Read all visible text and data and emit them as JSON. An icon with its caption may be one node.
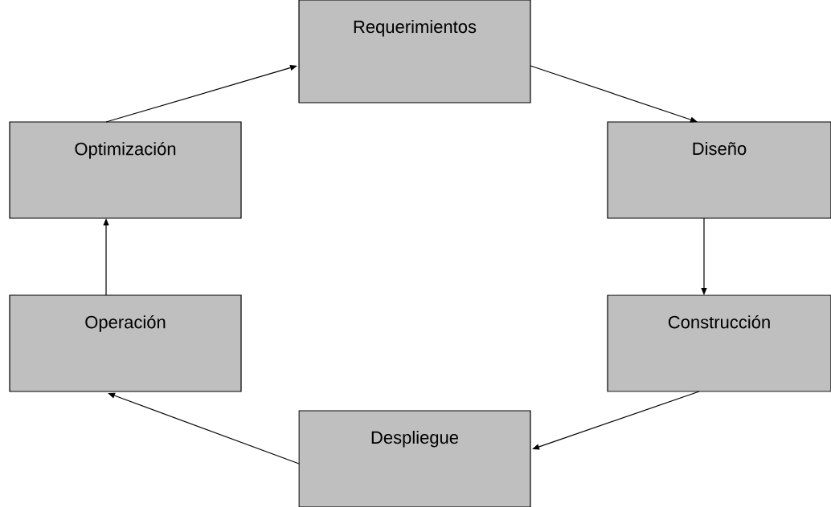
{
  "diagram": {
    "nodes": [
      {
        "text": [
          "Requerimientos"
        ]
      },
      {
        "text": [
          "Diseño"
        ]
      },
      {
        "text": [
          "Construcción"
        ]
      },
      {
        "text": [
          "Despliegue"
        ]
      },
      {
        "text": [
          "Operación"
        ]
      },
      {
        "text": [
          "Optimización"
        ]
      }
    ],
    "edges": [
      {
        "from": 0,
        "to": 1,
        "arrow": "to"
      },
      {
        "from": 1,
        "to": 2,
        "arrow": "to"
      },
      {
        "from": 2,
        "to": 3,
        "arrow": "to"
      },
      {
        "from": 3,
        "to": 4,
        "arrow": "to"
      },
      {
        "from": 4,
        "to": 5,
        "arrow": "to"
      },
      {
        "from": 5,
        "to": 0,
        "arrow": "to"
      }
    ]
  }
}
